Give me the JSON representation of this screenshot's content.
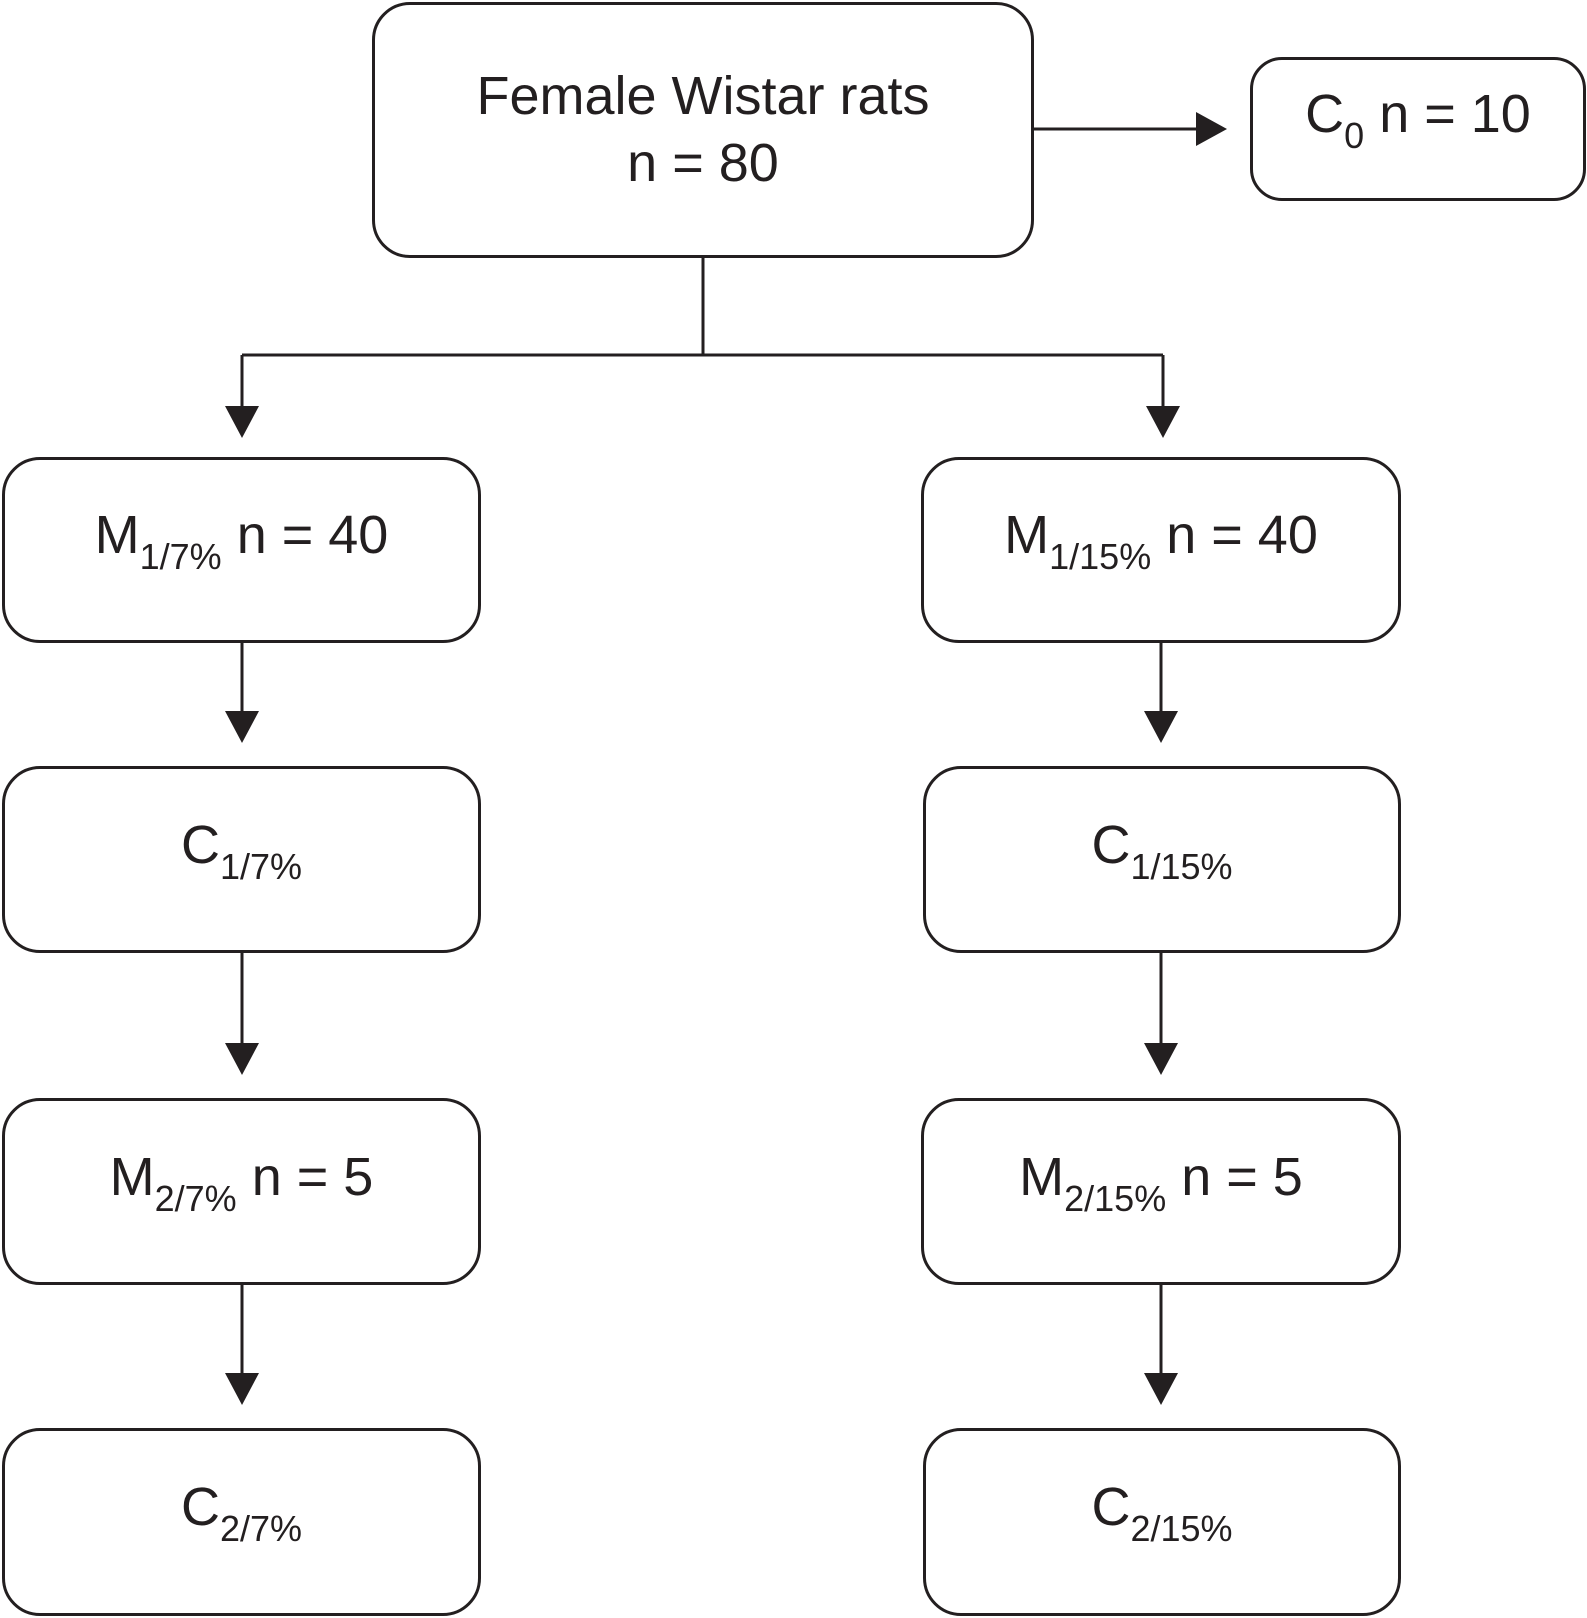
{
  "nodes": {
    "root": {
      "line1": "Female Wistar rats",
      "line2": "n = 80"
    },
    "c0": {
      "base": "C",
      "sub": "0",
      "rest": "n = 10"
    },
    "m1_7": {
      "base": "M",
      "sub": "1/7%",
      "rest": "n = 40"
    },
    "m1_15": {
      "base": "M",
      "sub": "1/15%",
      "rest": "n = 40"
    },
    "c1_7": {
      "base": "C",
      "sub": "1/7%"
    },
    "c1_15": {
      "base": "C",
      "sub": "1/15%"
    },
    "m2_7": {
      "base": "M",
      "sub": "2/7%",
      "rest": "n = 5"
    },
    "m2_15": {
      "base": "M",
      "sub": "2/15%",
      "rest": "n = 5"
    },
    "c2_7": {
      "base": "C",
      "sub": "2/7%"
    },
    "c2_15": {
      "base": "C",
      "sub": "2/15%"
    }
  },
  "colors": {
    "stroke": "#231f20",
    "background": "#ffffff"
  }
}
